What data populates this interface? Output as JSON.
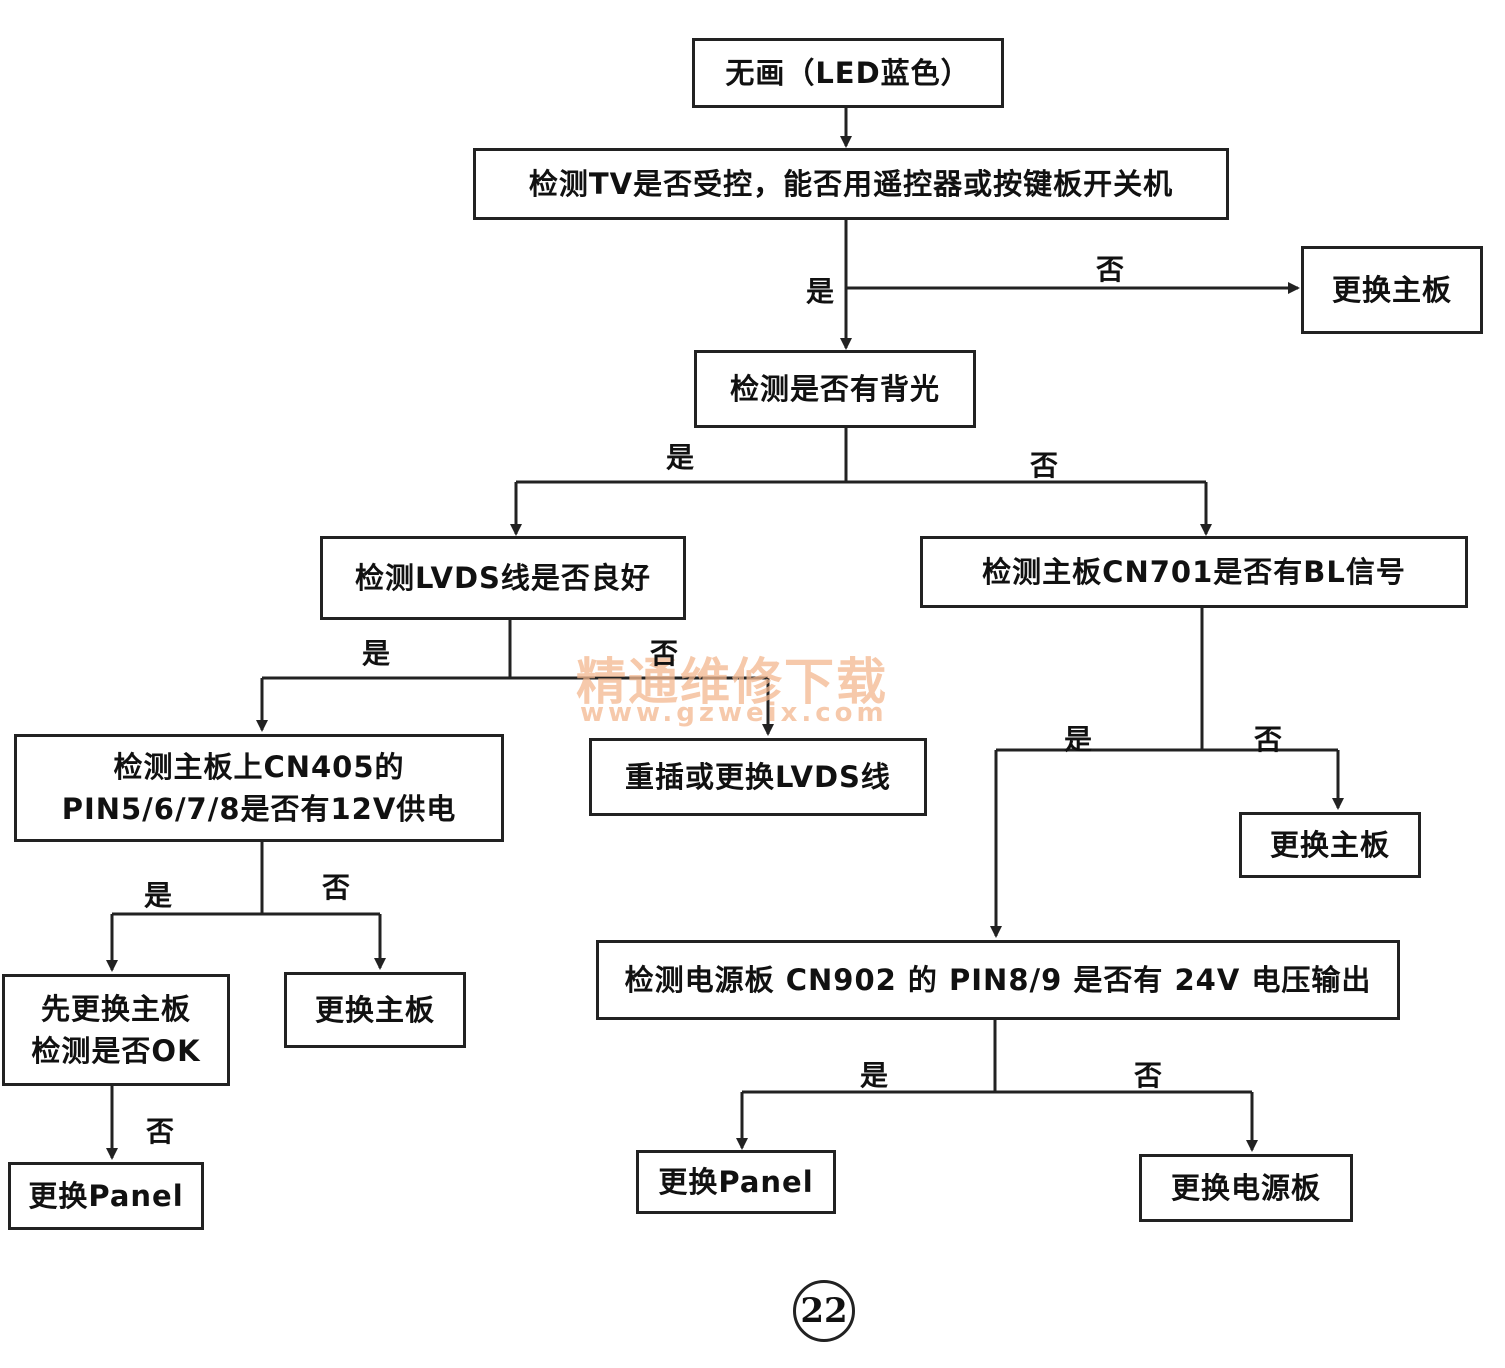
{
  "nodes": {
    "start": "无画（LED蓝色）",
    "check_tv": "检测TV是否受控，能否用遥控器或按键板开关机",
    "replace_main_1": "更换主板",
    "check_backlight": "检测是否有背光",
    "check_lvds": "检测LVDS线是否良好",
    "check_bl": "检测主板CN701是否有BL信号",
    "check_cn405_line1": "检测主板上CN405的",
    "check_cn405_line2": "PIN5/6/7/8是否有12V供电",
    "reinsert_lvds": "重插或更换LVDS线",
    "replace_main_2": "更换主板",
    "check_power": "检测电源板 CN902 的 PIN8/9 是否有 24V 电压输出",
    "first_replace_line1": "先更换主板",
    "first_replace_line2": "检测是否OK",
    "replace_main_3": "更换主板",
    "replace_panel_1": "更换Panel",
    "replace_panel_2": "更换Panel",
    "replace_power": "更换电源板"
  },
  "labels": {
    "yes": "是",
    "no": "否"
  },
  "watermark": {
    "title": "精通维修下载",
    "url": "www.gzweix.com"
  },
  "page_number": "22"
}
